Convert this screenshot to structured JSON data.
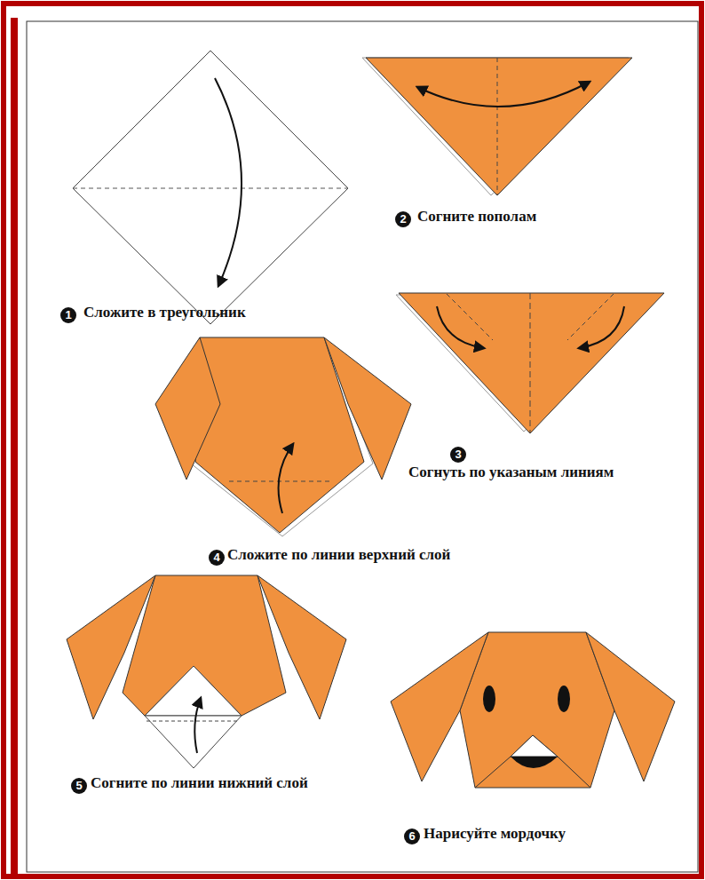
{
  "diagram": {
    "labels": [
      "1",
      "Сложите в треугольник",
      "2",
      "Согните пополам",
      "3",
      "Согнуть по указаным линиям",
      "4",
      "Сложите по линии верхний слой",
      "5",
      "Согните по линии нижний слой",
      "6",
      "Нарисуйте мордочку"
    ]
  }
}
